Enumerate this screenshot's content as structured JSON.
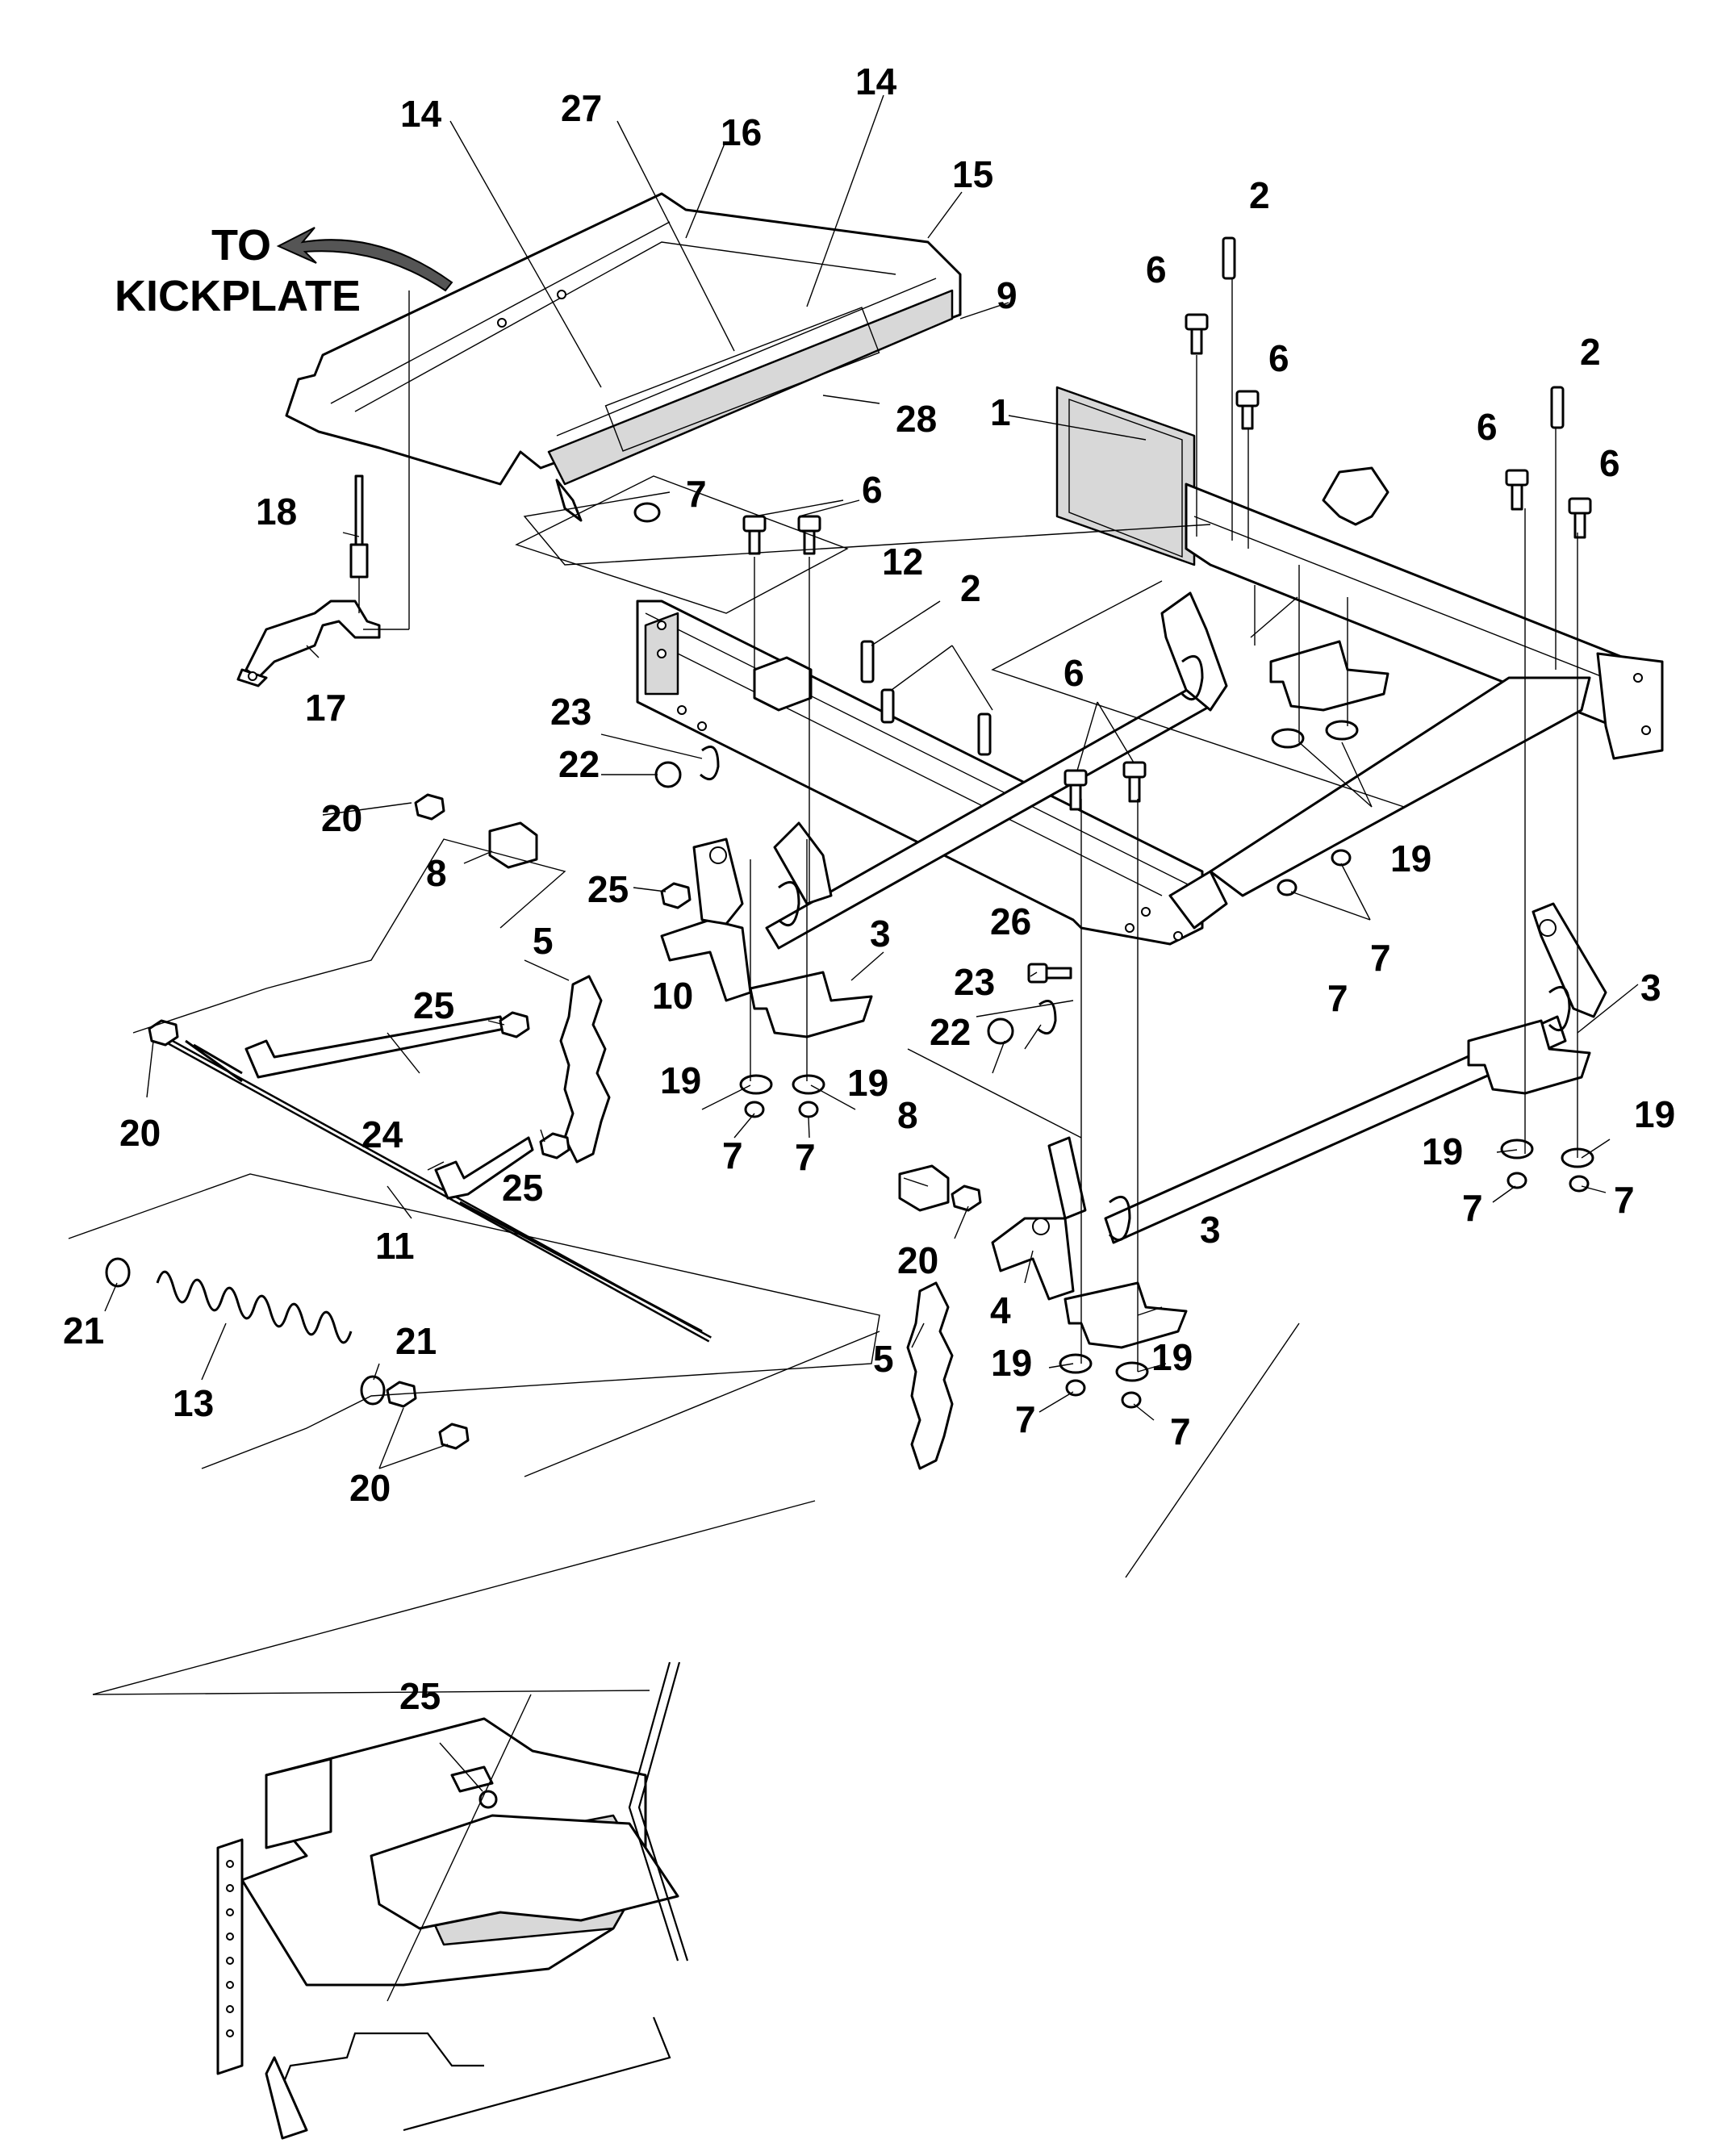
{
  "reference_text": {
    "line1": "TO",
    "line2": "KICKPLATE"
  },
  "callouts": {
    "c1": "1",
    "c2a": "2",
    "c2b": "2",
    "c2c": "2",
    "c3a": "3",
    "c3b": "3",
    "c3c": "3",
    "c4": "4",
    "c5a": "5",
    "c5b": "5",
    "c6a": "6",
    "c6b": "6",
    "c6c": "6",
    "c6d": "6",
    "c6e": "6",
    "c6f": "6",
    "c7a": "7",
    "c7b": "7",
    "c7c": "7",
    "c7d": "7",
    "c7e": "7",
    "c7f": "7",
    "c7g": "7",
    "c7h": "7",
    "c7i": "7",
    "c8a": "8",
    "c8b": "8",
    "c9": "9",
    "c10": "10",
    "c11": "11",
    "c12": "12",
    "c13": "13",
    "c14a": "14",
    "c14b": "14",
    "c15": "15",
    "c16": "16",
    "c17": "17",
    "c18": "18",
    "c19a": "19",
    "c19b": "19",
    "c19c": "19",
    "c19d": "19",
    "c19e": "19",
    "c19f": "19",
    "c19g": "19",
    "c20a": "20",
    "c20b": "20",
    "c20c": "20",
    "c20d": "20",
    "c21a": "21",
    "c21b": "21",
    "c22a": "22",
    "c22b": "22",
    "c23a": "23",
    "c23b": "23",
    "c24": "24",
    "c25a": "25",
    "c25b": "25",
    "c25c": "25",
    "c25d": "25",
    "c26": "26",
    "c27": "27",
    "c28": "28"
  }
}
